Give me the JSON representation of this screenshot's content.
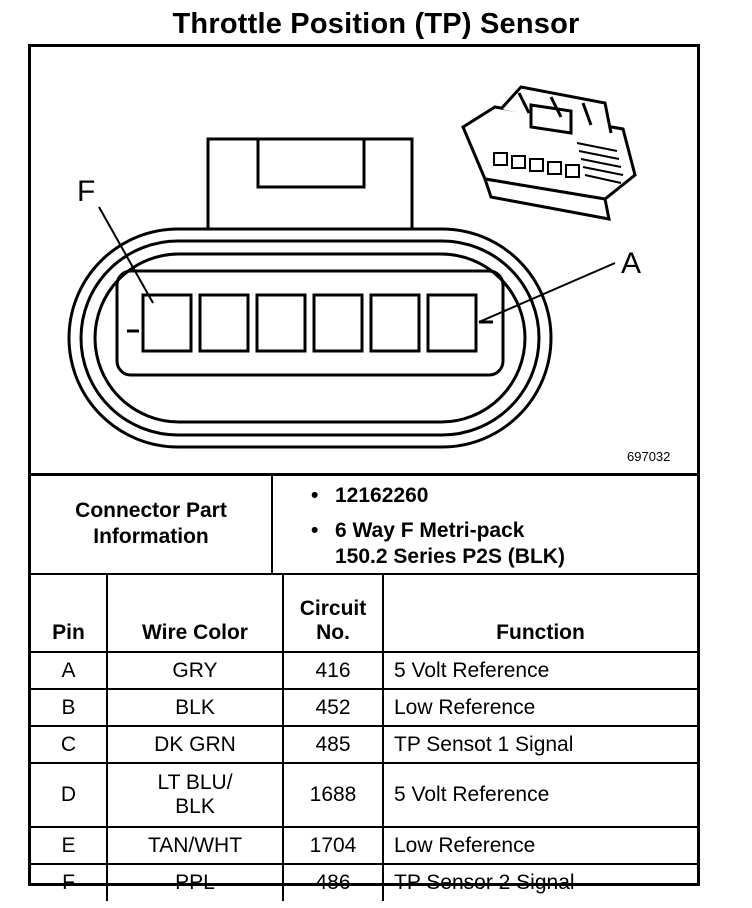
{
  "title": "Throttle Position (TP) Sensor",
  "diagram": {
    "pin_label_f": "F",
    "pin_label_a": "A",
    "figure_number": "697032"
  },
  "connector_part": {
    "label": "Connector Part\nInformation",
    "bullet_char": "•",
    "part_number": "12162260",
    "description_line1": "6 Way F Metri-pack",
    "description_line2": "150.2 Series P2S (BLK)"
  },
  "table": {
    "headers": {
      "pin": "Pin",
      "wire_color": "Wire Color",
      "circuit_no": "Circuit\nNo.",
      "function": "Function"
    },
    "rows": [
      {
        "pin": "A",
        "wire_color": "GRY",
        "circuit": "416",
        "function": "5 Volt Reference"
      },
      {
        "pin": "B",
        "wire_color": "BLK",
        "circuit": "452",
        "function": "Low Reference"
      },
      {
        "pin": "C",
        "wire_color": "DK GRN",
        "circuit": "485",
        "function": "TP Sensot 1 Signal"
      },
      {
        "pin": "D",
        "wire_color": "LT BLU/\nBLK",
        "circuit": "1688",
        "function": "5 Volt Reference"
      },
      {
        "pin": "E",
        "wire_color": "TAN/WHT",
        "circuit": "1704",
        "function": "Low Reference"
      },
      {
        "pin": "F",
        "wire_color": "PPL",
        "circuit": "486",
        "function": "TP Sensor 2 Signal"
      }
    ]
  }
}
